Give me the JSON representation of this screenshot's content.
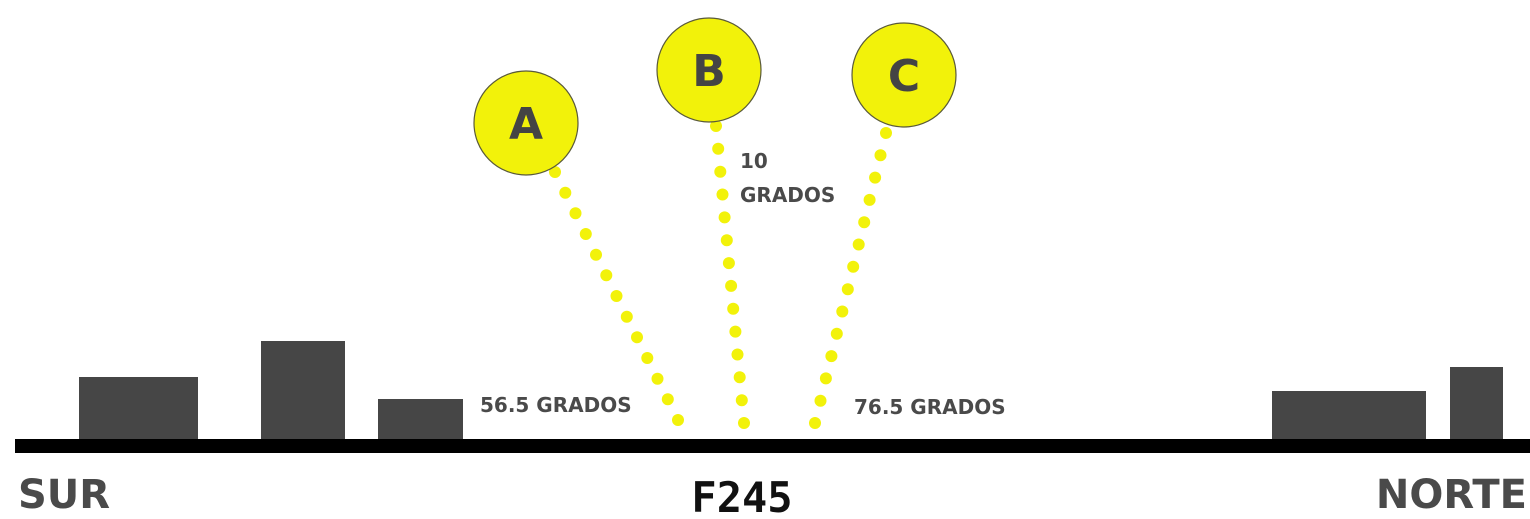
{
  "directions": {
    "south": "SUR",
    "north": "NORTE"
  },
  "center_label": "F245",
  "suns": [
    {
      "letter": "A",
      "angle_text": "56.5 GRADOS"
    },
    {
      "letter": "B",
      "angle_text_line1": "10",
      "angle_text_line2": "GRADOS"
    },
    {
      "letter": "C",
      "angle_text": "76.5 GRADOS"
    }
  ],
  "colors": {
    "sun": "#f2f20a",
    "building": "#464646",
    "ground": "#000000",
    "text": "#4a4a4a"
  }
}
